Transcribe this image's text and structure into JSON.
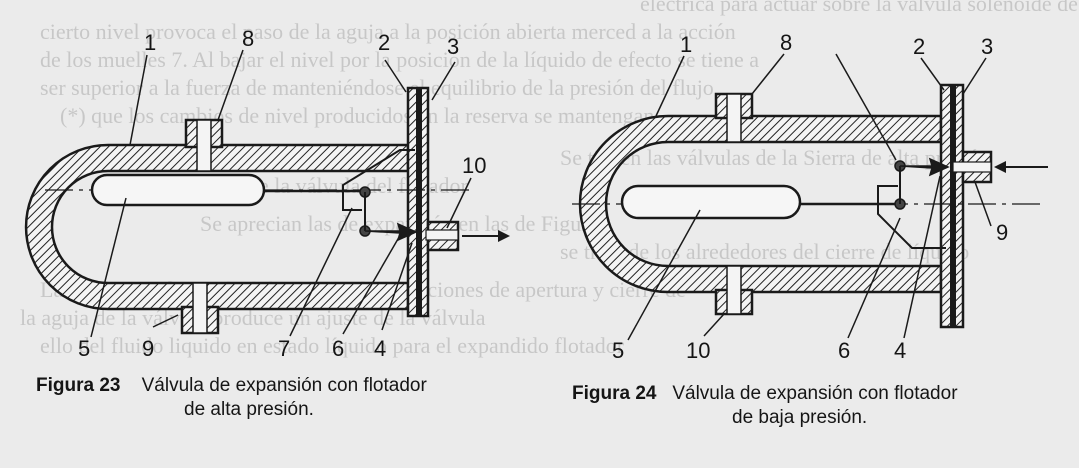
{
  "figures": [
    {
      "id": "fig23",
      "title_prefix": "Figura 23",
      "caption_line1": "Válvula de expansión con flotador",
      "caption_line2": "de alta presión.",
      "labels": [
        "1",
        "8",
        "2",
        "3",
        "10",
        "5",
        "9",
        "7",
        "6",
        "4"
      ]
    },
    {
      "id": "fig24",
      "title_prefix": "Figura 24",
      "caption_line1": "Válvula de expansión con flotador",
      "caption_line2": "de baja presión.",
      "labels": [
        "1",
        "8",
        "2",
        "3",
        "9",
        "5",
        "10",
        "6",
        "4"
      ]
    }
  ],
  "background_text": [
    "eléctrica para actuar sobre la válvula solenoide de paso",
    "cierto nivel provoca el paso de la aguja a la posición abierta merced a la acción",
    "de los muelles 7. Al bajar el nivel por la posición de la líquido de efecto se tiene a",
    "ser superior a la fuerza de manteniéndose el equilibrio de la presión del flujo",
    "(*) que los cambios de nivel producidos en la reserva se mantengan",
    "Se tienen las válvulas de la Sierra de alta presión",
    "del cierre de la válvula del flotador",
    "Se aprecian las de expansión en las de Figura",
    "se trata de los alrededores del cierre de líquido",
    "La diferencia de nivel Δh h en entre las posiciones de apertura y cierre de",
    "la aguja de la válvula produce un ajuste de la válvula",
    "ello del fluido liquido en estado líquido para el expandido flotador"
  ]
}
